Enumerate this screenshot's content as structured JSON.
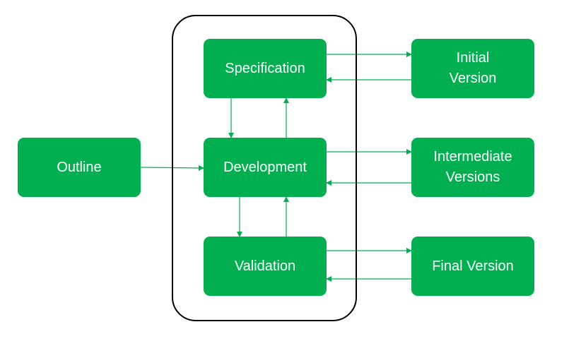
{
  "colors": {
    "node_fill": "#00b050",
    "node_text": "#ffffff",
    "arrow": "#00b050",
    "frame": "#000000"
  },
  "nodes": {
    "outline": "Outline",
    "specification": "Specification",
    "development": "Development",
    "validation": "Validation",
    "initial_version": "Initial\nVersion",
    "intermediate_versions": "Intermediate\nVersions",
    "final_version": "Final Version"
  },
  "edges": [
    {
      "from": "outline",
      "to": "development"
    },
    {
      "from": "specification",
      "to": "development"
    },
    {
      "from": "development",
      "to": "specification"
    },
    {
      "from": "development",
      "to": "validation"
    },
    {
      "from": "validation",
      "to": "development"
    },
    {
      "from": "specification",
      "to": "initial_version"
    },
    {
      "from": "initial_version",
      "to": "specification"
    },
    {
      "from": "development",
      "to": "intermediate_versions"
    },
    {
      "from": "intermediate_versions",
      "to": "development"
    },
    {
      "from": "validation",
      "to": "final_version"
    },
    {
      "from": "final_version",
      "to": "validation"
    }
  ]
}
